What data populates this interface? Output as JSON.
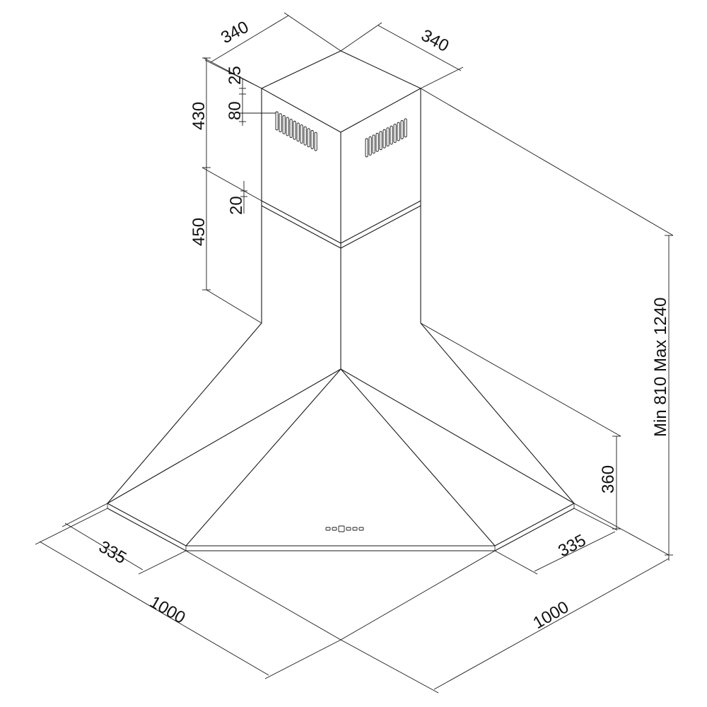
{
  "dimensions": {
    "chimney_width_left": "340",
    "chimney_width_right": "340",
    "chimney_upper_height": "430",
    "chimney_lower_height": "450",
    "vent_offset_top": "25",
    "vent_height": "80",
    "joint_gap": "20",
    "total_height_range": "Min 810 Max 1240",
    "canopy_height": "360",
    "canopy_depth_left": "335",
    "canopy_depth_right": "335",
    "hood_width_left": "1000",
    "hood_width_right": "1000"
  }
}
